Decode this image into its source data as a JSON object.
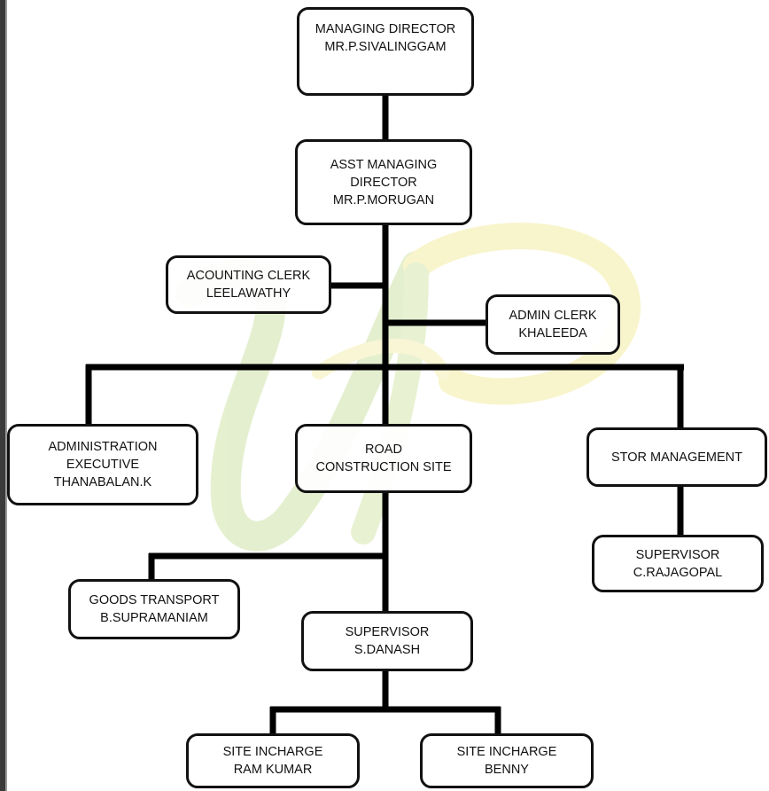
{
  "nodes": {
    "md": {
      "title": "MANAGING DIRECTOR",
      "name": "MR.P.SIVALINGGAM"
    },
    "amd": {
      "title_line1": "ASST MANAGING",
      "title_line2": "DIRECTOR",
      "name": "MR.P.MORUGAN"
    },
    "accounting": {
      "title": "ACOUNTING CLERK",
      "name": "LEELAWATHY"
    },
    "admin_clerk": {
      "title": "ADMIN CLERK",
      "name": "KHALEEDA"
    },
    "admin_exec": {
      "title_line1": "ADMINISTRATION",
      "title_line2": "EXECUTIVE",
      "name": "THANABALAN.K"
    },
    "road": {
      "title_line1": "ROAD",
      "title_line2": "CONSTRUCTION SITE"
    },
    "store": {
      "title": "STOR MANAGEMENT"
    },
    "store_supervisor": {
      "title": "SUPERVISOR",
      "name": "C.RAJAGOPAL"
    },
    "goods": {
      "title": "GOODS TRANSPORT",
      "name": "B.SUPRAMANIAM"
    },
    "site_supervisor": {
      "title": "SUPERVISOR",
      "name": "S.DANASH"
    },
    "site_ram": {
      "title": "SITE INCHARGE",
      "name": "RAM KUMAR"
    },
    "site_benny": {
      "title": "SITE INCHARGE",
      "name": "BENNY"
    }
  },
  "colors": {
    "line": "#000000",
    "box_border": "#111111",
    "watermark_green": "#b9d98f",
    "watermark_yellow": "#f2ec9a"
  },
  "watermark": {
    "shape": "stylized-VP-monogram"
  }
}
